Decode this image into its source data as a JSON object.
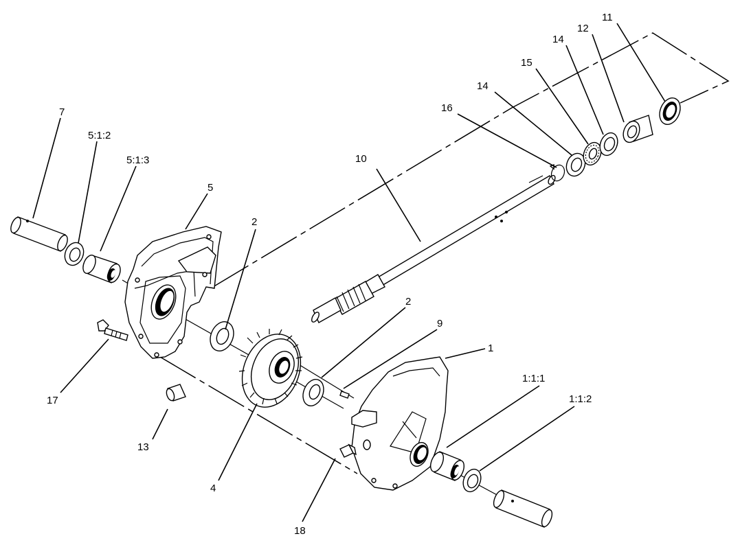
{
  "callouts": {
    "c7": "7",
    "c512": "5:1:2",
    "c513": "5:1:3",
    "c5": "5",
    "c2a": "2",
    "c10": "10",
    "c16": "16",
    "c14a": "14",
    "c15": "15",
    "c14b": "14",
    "c12": "12",
    "c11": "11",
    "c2b": "2",
    "c9": "9",
    "c1": "1",
    "c111": "1:1:1",
    "c112": "1:1:2",
    "c17": "17",
    "c13": "13",
    "c4": "4",
    "c18": "18"
  }
}
